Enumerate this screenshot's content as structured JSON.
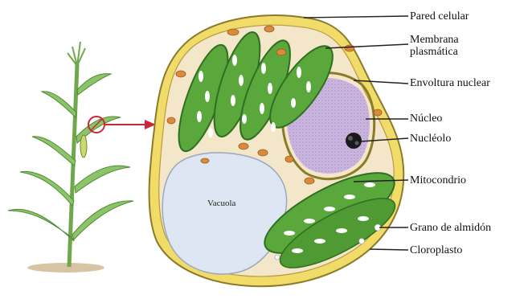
{
  "diagram": {
    "labels": {
      "cell_wall": "Pared celular",
      "plasma_membrane_line1": "Membrana",
      "plasma_membrane_line2": "plasmática",
      "nuclear_envelope": "Envoltura nuclear",
      "nucleus": "Núcleo",
      "nucleolus": "Nucléolo",
      "mitochondrion": "Mitocondrio",
      "starch_grain": "Grano de almidón",
      "chloroplast": "Cloroplasto",
      "vacuole": "Vacuola"
    },
    "colors": {
      "cell_wall": "#f1dc6a",
      "cell_wall_edge": "#8a7a2a",
      "cytoplasm": "#f4e6c8",
      "chloroplast": "#5aa83c",
      "chloroplast_dark": "#2f6f22",
      "thylakoid": "#ffffff",
      "nucleus": "#cdb9e0",
      "nucleolus": "#1a1a1a",
      "vacuole": "#dde6f2",
      "mitochondrion": "#d98a3a",
      "pointer": "#c8283a",
      "plant_leaf": "#8cc46a",
      "plant_stem": "#6fa84c",
      "soil": "#d8c4a4"
    }
  }
}
